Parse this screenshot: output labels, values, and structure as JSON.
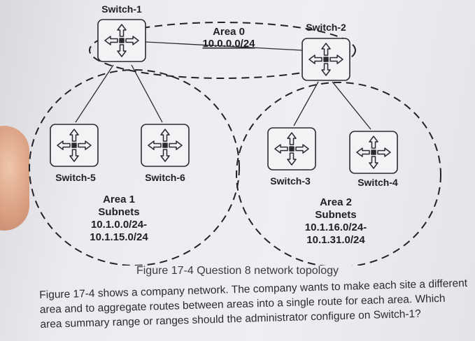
{
  "figure": {
    "nodes": {
      "switch1": "Switch-1",
      "switch2": "Switch-2",
      "switch3": "Switch-3",
      "switch4": "Switch-4",
      "switch5": "Switch-5",
      "switch6": "Switch-6"
    },
    "area0": {
      "name": "Area 0",
      "subnet": "10.0.0.0/24"
    },
    "area1": {
      "name": "Area 1",
      "subnets_label": "Subnets",
      "range_start": "10.1.0.0/24-",
      "range_end": "10.1.15.0/24"
    },
    "area2": {
      "name": "Area 2",
      "subnets_label": "Subnets",
      "range_start": "10.1.16.0/24-",
      "range_end": "10.1.31.0/24"
    },
    "caption": "Figure 17-4 Question 8 network topology"
  },
  "question": {
    "text": "Figure 17-4 shows a company network. The company wants to make each site a different area and to aggregate routes between areas into a single route for each area. Which area summary range or ranges should the administrator configure on Switch-1?"
  },
  "colors": {
    "paper": "#ecebef",
    "ink": "#1f1f24",
    "icon_face": "#f3f3f6"
  }
}
